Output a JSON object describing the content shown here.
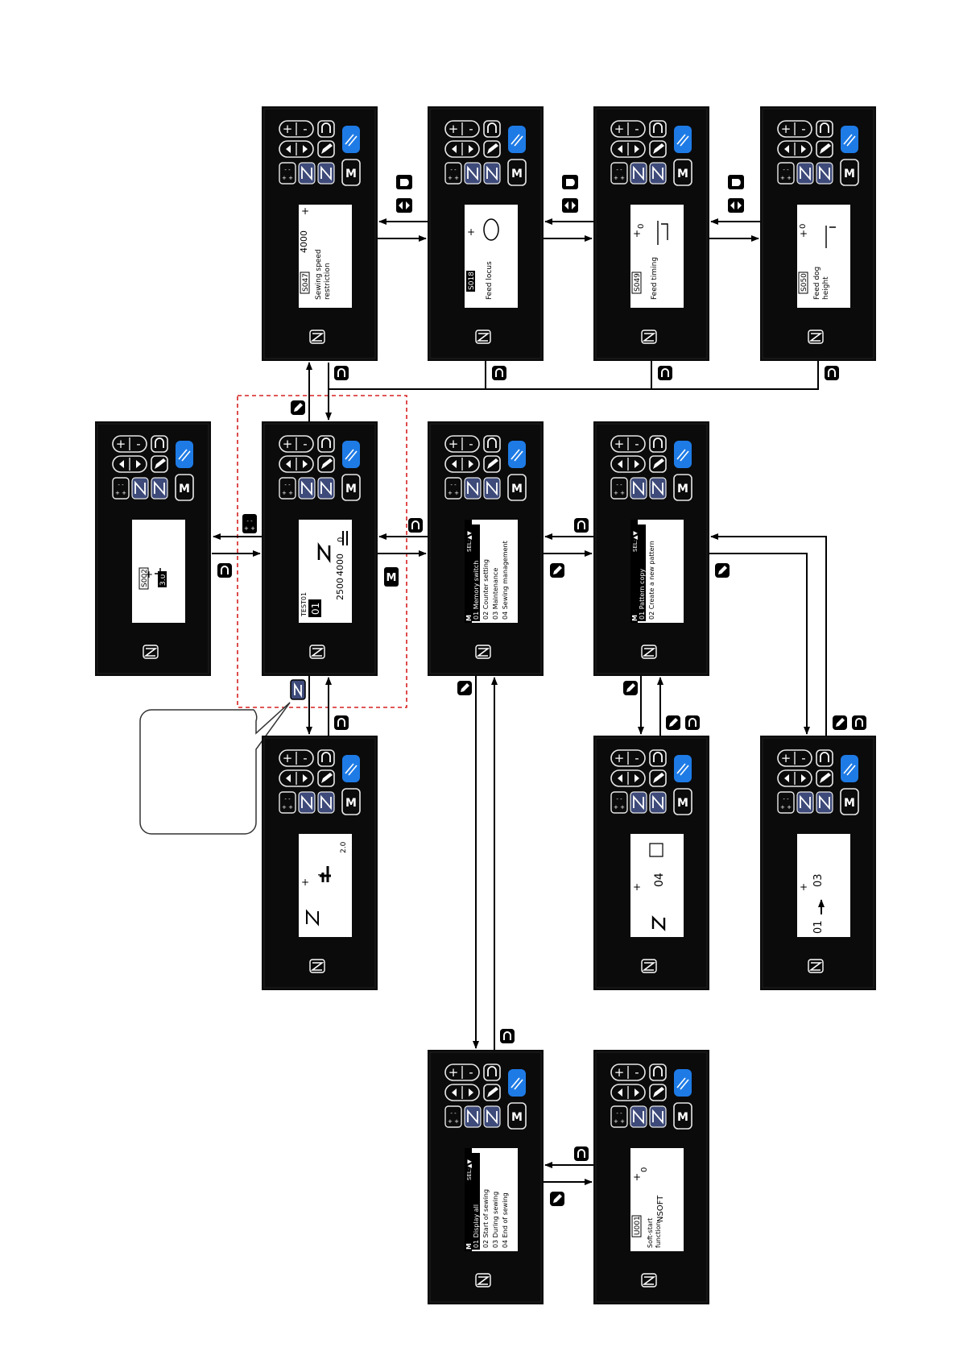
{
  "accent_blue": "#1e7be6",
  "panel_color": "#0b0b0b",
  "screen_color": "#ffffff",
  "frame_highlight_color": "#d62020",
  "icons": [
    "plus-icon",
    "minus-icon",
    "return-icon",
    "left-arrow-icon",
    "right-arrow-icon",
    "edit-icon",
    "slash-blue-key-icon",
    "thread-trim-key-icon",
    "n-pattern-key-icon",
    "m-key-icon",
    "brand-logo-icon"
  ],
  "labels": {
    "m_key": "M",
    "sel": "SEL:▲▼",
    "plus": "+",
    "minus": "-"
  },
  "screens": {
    "s047": {
      "code": "S047",
      "value": "4000",
      "line1": "Sewing speed",
      "line2": "restriction"
    },
    "s018": {
      "code": "S018",
      "line1": "Feed locus"
    },
    "s049": {
      "code": "S049",
      "value": "0",
      "line1": "Feed timing"
    },
    "s050": {
      "code": "S050",
      "value": "0",
      "line1": "Feed dog",
      "line2": "height"
    },
    "s002": {
      "code": "S002",
      "value": "3.0"
    },
    "main": {
      "name": "TEST01",
      "pattern_no": "01",
      "speed": "2500",
      "max_speed": "4000",
      "value": "0"
    },
    "mode_menu": {
      "header": "M",
      "items": [
        "01 Memory switch",
        "02 Counter setting",
        "03 Maintenance",
        "04 Sewing management"
      ]
    },
    "pattern_menu": {
      "header": "M",
      "items": [
        "01 Pattern copy",
        "02 Create a new pattern"
      ]
    },
    "memory_menu": {
      "header": "M",
      "items": [
        "01 Display all",
        "02 Start of sewing",
        "03 During sewing",
        "04 End of sewing"
      ]
    },
    "u001": {
      "code": "U001",
      "value": "0",
      "unit": "NSOFT",
      "line1": "Soft-start",
      "line2": "function"
    },
    "n_screen": {
      "value": "2.0",
      "small": "4"
    },
    "copy_screen": {
      "number": "04"
    },
    "new_pattern_screen": {
      "from": "01",
      "to": "03"
    }
  }
}
